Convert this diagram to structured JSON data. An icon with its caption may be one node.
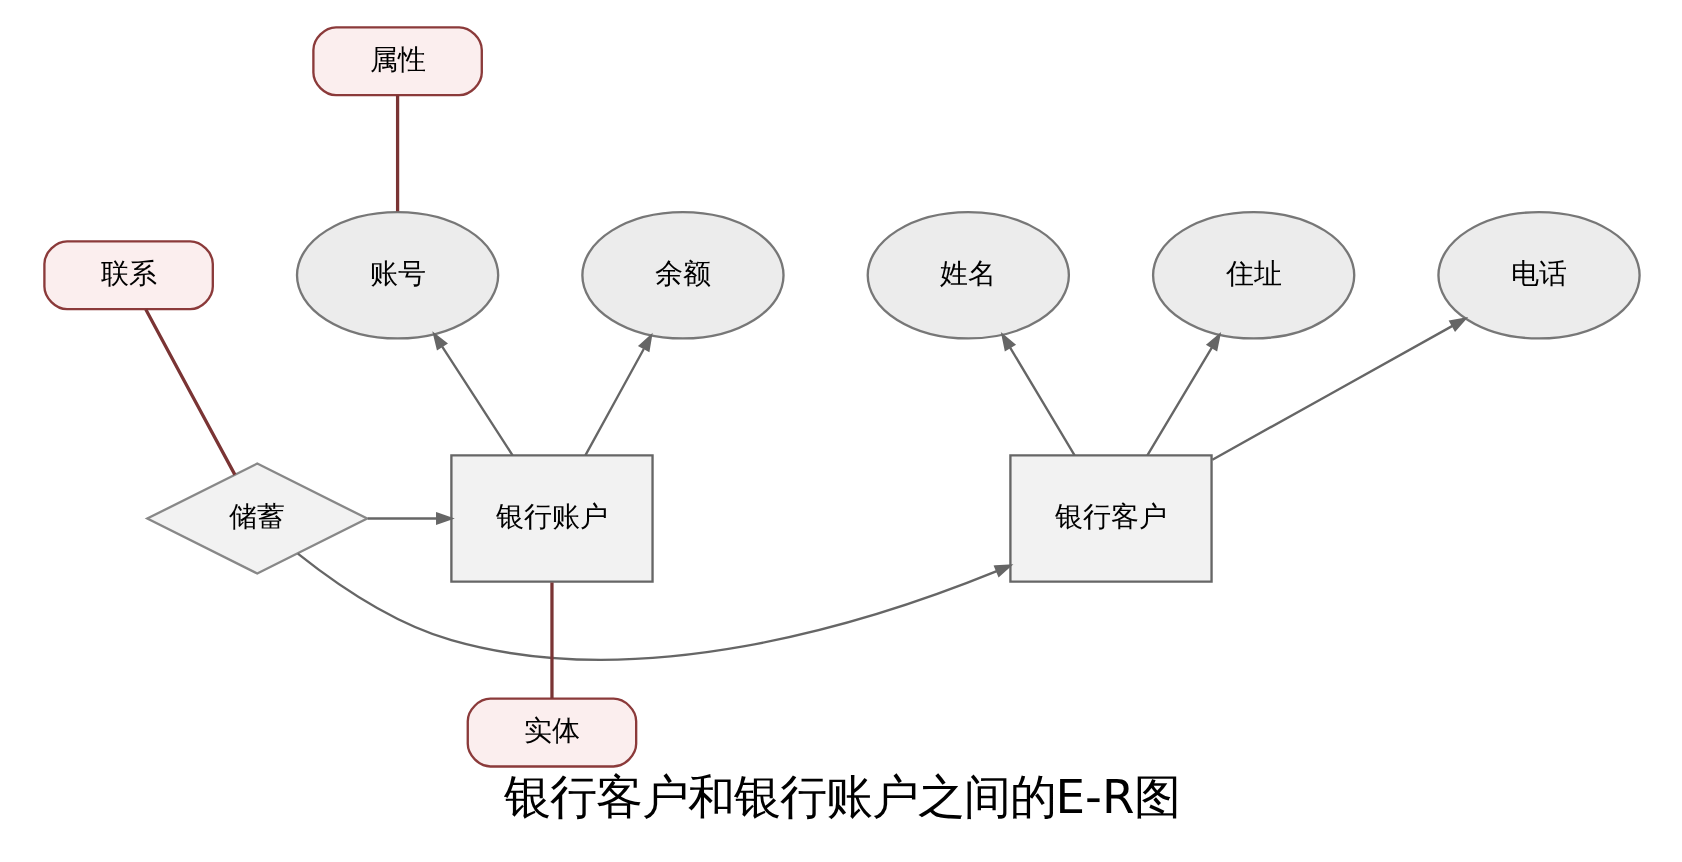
{
  "diagram": {
    "caption": "银行客户和银行账户之间的E-R图",
    "nodes": [
      {
        "text": [
          "属性"
        ]
      },
      {
        "text": [
          "姓名"
        ]
      },
      {
        "text": [
          "住址"
        ]
      },
      {
        "text": [
          "电话"
        ]
      },
      {
        "text": [
          "账号"
        ]
      },
      {
        "text": [
          "余额"
        ]
      },
      {
        "text": [
          "联系"
        ]
      },
      {
        "text": [
          "银行客户"
        ]
      },
      {
        "text": [
          "储蓄"
        ]
      },
      {
        "text": [
          "银行账户"
        ]
      },
      {
        "text": [
          "实体"
        ]
      }
    ],
    "edges": [
      {
        "from": 7,
        "to": 1,
        "arrow": "to"
      },
      {
        "from": 7,
        "to": 2,
        "arrow": "to"
      },
      {
        "from": 7,
        "to": 3,
        "arrow": "to"
      },
      {
        "from": 9,
        "to": 4,
        "arrow": "to"
      },
      {
        "from": 9,
        "to": 5,
        "arrow": "to"
      },
      {
        "from": 8,
        "to": 7,
        "arrow": "to"
      },
      {
        "from": 8,
        "to": 9,
        "arrow": "to"
      },
      {
        "from": 4,
        "to": 0,
        "arrow": "none",
        "color": "#7a3434"
      },
      {
        "from": 8,
        "to": 6,
        "arrow": "none",
        "color": "#7a3434"
      },
      {
        "from": 10,
        "to": 9,
        "arrow": "none",
        "color": "#7a3434"
      }
    ]
  }
}
